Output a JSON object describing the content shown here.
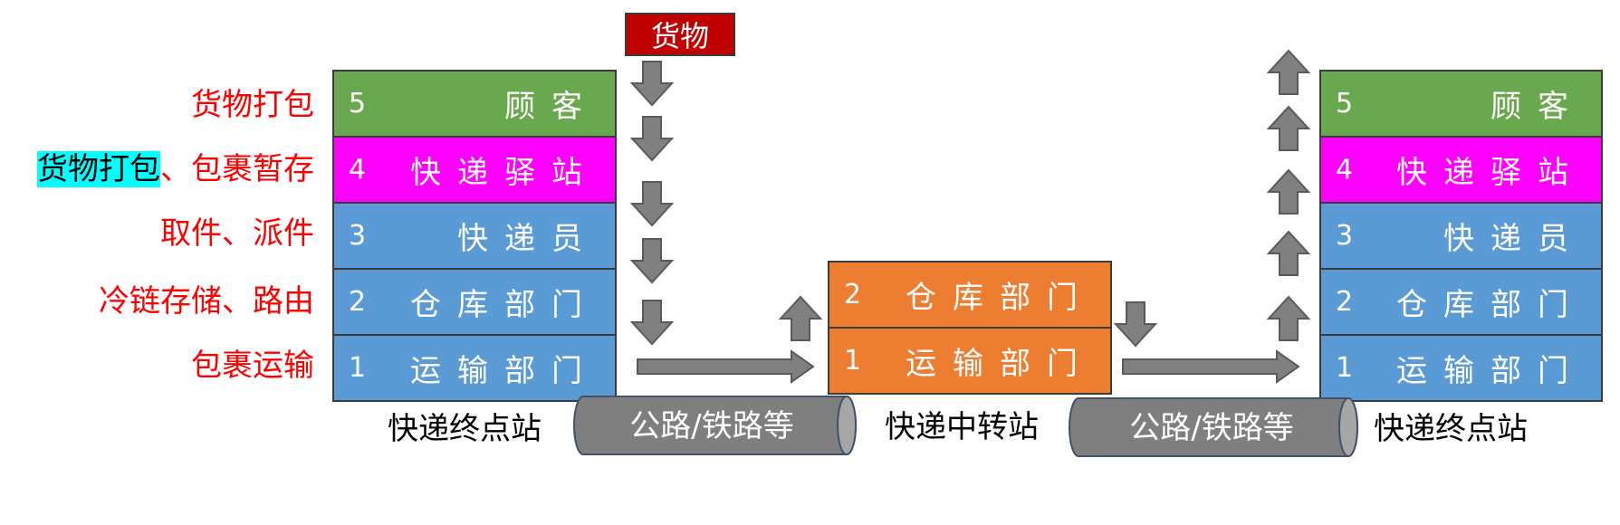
{
  "cargo_label": "货物",
  "left_labels": {
    "l5": "货物打包",
    "l4_highlight": "货物打包",
    "l4_rest": "、包裹暂存",
    "l3": "取件、派件",
    "l2": "冷链存储、路由",
    "l1": "包裹运输"
  },
  "left_stack": [
    {
      "num": "5",
      "name": "顾客"
    },
    {
      "num": "4",
      "name": "快递驿站"
    },
    {
      "num": "3",
      "name": "快递员"
    },
    {
      "num": "2",
      "name": "仓库部门"
    },
    {
      "num": "1",
      "name": "运输部门"
    }
  ],
  "middle_stack": [
    {
      "num": "2",
      "name": "仓库部门"
    },
    {
      "num": "1",
      "name": "运输部门"
    }
  ],
  "right_stack": [
    {
      "num": "5",
      "name": "顾客"
    },
    {
      "num": "4",
      "name": "快递驿站"
    },
    {
      "num": "3",
      "name": "快递员"
    },
    {
      "num": "2",
      "name": "仓库部门"
    },
    {
      "num": "1",
      "name": "运输部门"
    }
  ],
  "stations": {
    "left": "快递终点站",
    "middle": "快递中转站",
    "right": "快递终点站"
  },
  "pipes": {
    "left": "公路/铁路等",
    "right": "公路/铁路等"
  },
  "colors": {
    "layer5": "#6aa84f",
    "layer4": "#ff00ff",
    "layer_blue": "#5b9bd5",
    "layer_orange": "#ed7d31",
    "cargo": "#c00000",
    "arrow": "#808080",
    "label_red": "#ff0000",
    "highlight": "#00ffff"
  }
}
